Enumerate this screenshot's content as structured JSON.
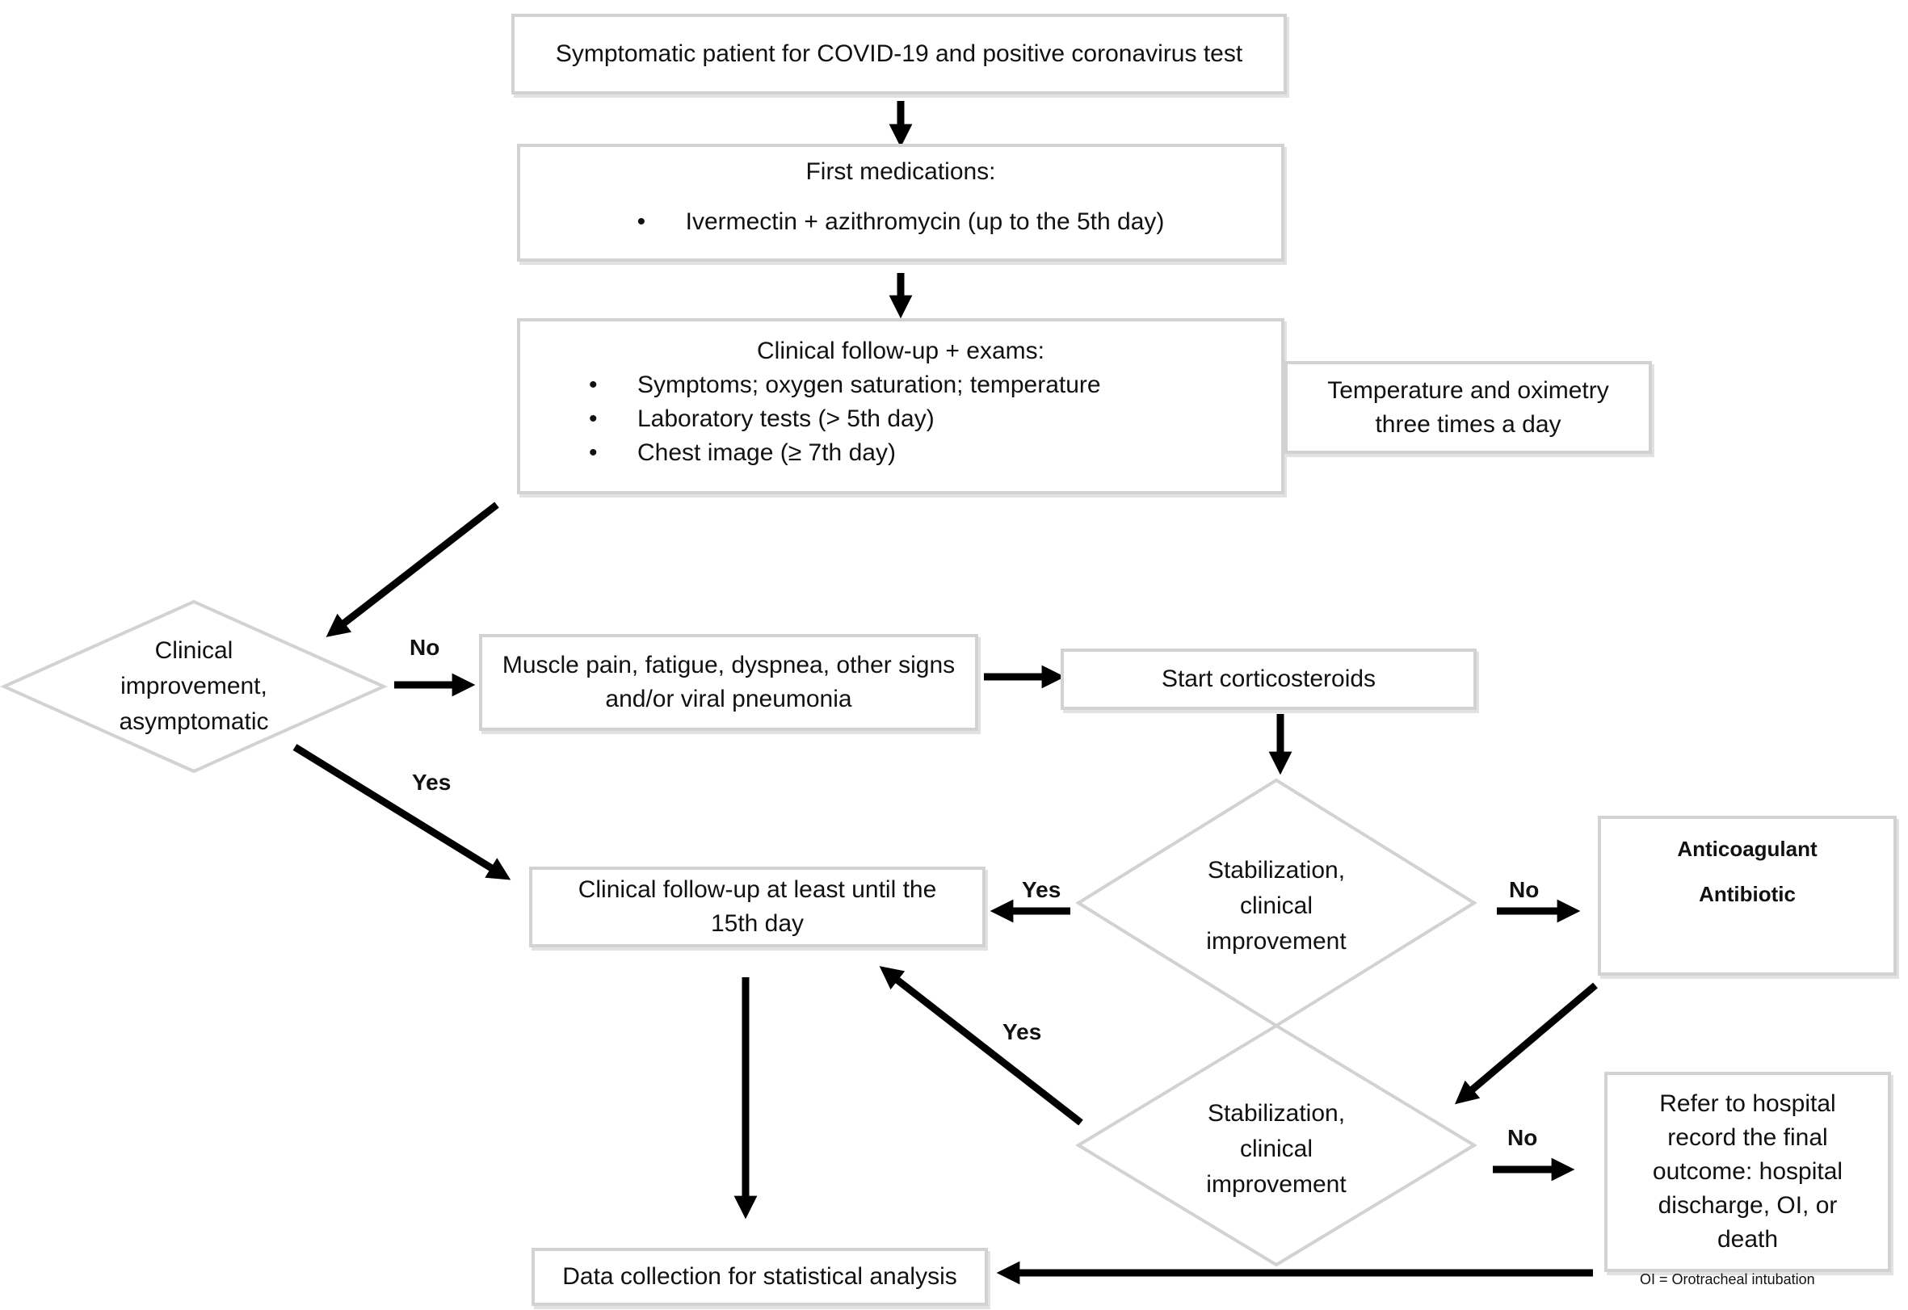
{
  "nodes": {
    "start": "Symptomatic patient for COVID-19 and positive coronavirus test",
    "first_meds": {
      "title": "First medications:",
      "items": [
        "Ivermectin + azithromycin (up to the 5th day)"
      ]
    },
    "followup_exams": {
      "title": "Clinical follow-up + exams:",
      "items": [
        "Symptoms; oxygen saturation; temperature",
        "Laboratory tests (> 5th day)",
        "Chest image (≥ 7th day)"
      ]
    },
    "temp_oximetry": "Temperature and oximetry three times a day",
    "decision_1": "Clinical improvement, asymptomatic",
    "muscle_pain": "Muscle pain, fatigue, dyspnea, other signs and/or viral pneumonia",
    "corticosteroids": "Start corticosteroids",
    "followup_15": "Clinical follow-up at least until the 15th day",
    "decision_2": "Stabilization, clinical improvement",
    "anticoagulant": "Anticoagulant",
    "antibiotic": "Antibiotic",
    "decision_3": "Stabilization, clinical improvement",
    "refer_hospital": "Refer to hospital record the final outcome: hospital discharge, OI, or death",
    "data_collection": "Data collection for statistical analysis"
  },
  "edge_labels": {
    "d1_no": "No",
    "d1_yes": "Yes",
    "d2_yes": "Yes",
    "d2_no": "No",
    "d3_yes": "Yes",
    "d3_no": "No"
  },
  "footnote": "OI = Orotracheal intubation",
  "colors": {
    "box_border": "#d2d2d2",
    "arrow": "#000000",
    "text": "#111111"
  }
}
